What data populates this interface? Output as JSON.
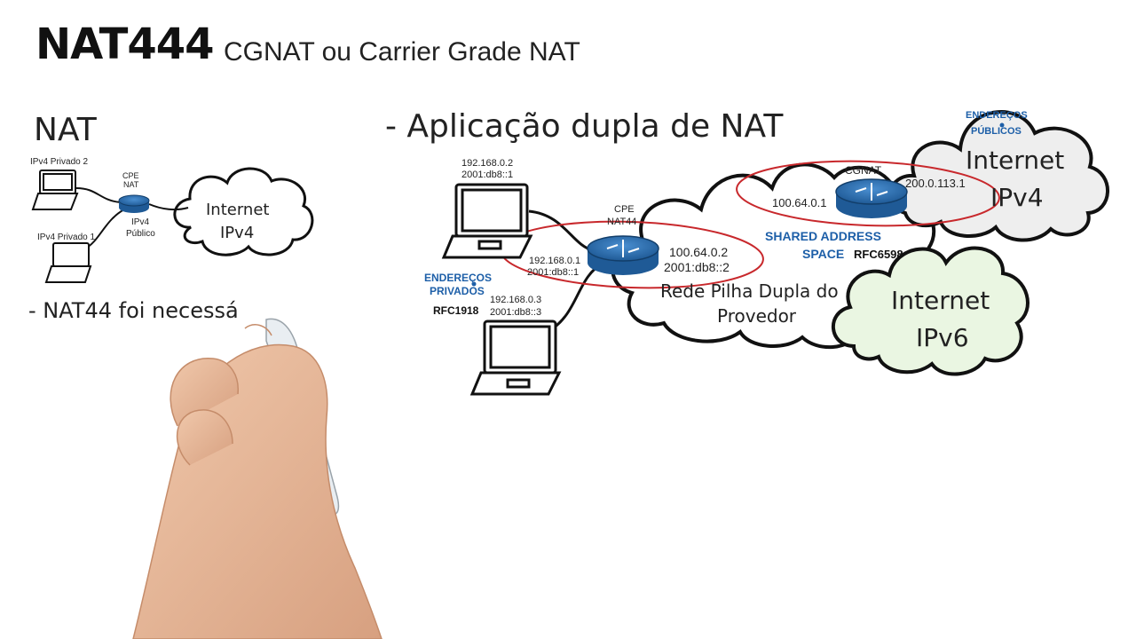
{
  "title": {
    "main": "NAT444",
    "sub": "CGNAT ou Carrier Grade NAT"
  },
  "left": {
    "heading": "NAT",
    "host_private_2": "IPv4 Privado 2",
    "host_private_1": "IPv4 Privado 1",
    "cpe_label_1": "CPE",
    "cpe_label_2": "NAT",
    "public_label_1": "IPv4",
    "public_label_2": "Público",
    "cloud_line1": "Internet",
    "cloud_line2": "IPv4",
    "note": "- NAT44 foi necessá"
  },
  "right": {
    "heading": "- Aplicação dupla de NAT",
    "pc_top_ip1": "192.168.0.2",
    "pc_top_ip2": "2001:db8::1",
    "pc_bottom_ip1": "192.168.0.3",
    "pc_bottom_ip2": "2001:db8::3",
    "cpe_name_1": "CPE",
    "cpe_name_2": "NAT44",
    "cpe_lan_ip1": "192.168.0.1",
    "cpe_lan_ip2": "2001:db8::1",
    "cpe_wan_ip1": "100.64.0.2",
    "cpe_wan_ip2": "2001:db8::2",
    "private_addr_1": "ENDEREÇOS",
    "private_addr_2": "PRIVADOS",
    "rfc1918": "RFC1918",
    "provider_line1": "Rede Pilha Dupla do",
    "provider_line2": "Provedor",
    "cgnat_name": "CGNAT",
    "cgnat_in_ip": "100.64.0.1",
    "cgnat_out_ip": "200.0.113.1",
    "shared_1": "SHARED ADDRESS",
    "shared_2": "SPACE",
    "rfc6598": "RFC6598",
    "public_addr_1": "ENDEREÇOS",
    "public_addr_2": "PÚBLICOS",
    "inet4_line1": "Internet",
    "inet4_line2": "IPv4",
    "inet6_line1": "Internet",
    "inet6_line2": "IPv6"
  },
  "colors": {
    "router_blue": "#2f73b5",
    "ring_red": "#c8282c",
    "label_blue": "#1d5fa8",
    "cloud_ipv4_fill": "#eeeeee",
    "cloud_ipv6_fill": "#eaf6e2",
    "skin": "#e7b99b"
  }
}
